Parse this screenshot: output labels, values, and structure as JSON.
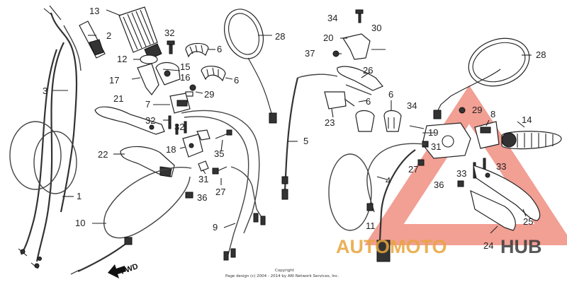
{
  "watermark": {
    "brand_auto": "AUTOMOTO",
    "brand_hub": "HUB",
    "accent_color": "#e8503c",
    "hub_color": "#3a3a3a"
  },
  "copyright": {
    "line1": "Copyright",
    "line2": "Page design (c) 2004 - 2014 by ARI Network Services, Inc."
  },
  "direction_label": "FWD",
  "callouts": [
    {
      "id": "c13",
      "text": "13"
    },
    {
      "id": "c2",
      "text": "2"
    },
    {
      "id": "c32a",
      "text": "32"
    },
    {
      "id": "c6a",
      "text": "6"
    },
    {
      "id": "c12",
      "text": "12"
    },
    {
      "id": "c15",
      "text": "15"
    },
    {
      "id": "c16",
      "text": "16"
    },
    {
      "id": "c17",
      "text": "17"
    },
    {
      "id": "c6b",
      "text": "6"
    },
    {
      "id": "c3",
      "text": "3"
    },
    {
      "id": "c29a",
      "text": "29"
    },
    {
      "id": "c21",
      "text": "21"
    },
    {
      "id": "c7",
      "text": "7"
    },
    {
      "id": "c32b",
      "text": "32"
    },
    {
      "id": "c32c",
      "text": "32"
    },
    {
      "id": "c22",
      "text": "22"
    },
    {
      "id": "c18",
      "text": "18"
    },
    {
      "id": "c35",
      "text": "35"
    },
    {
      "id": "c31a",
      "text": "31"
    },
    {
      "id": "c27a",
      "text": "27"
    },
    {
      "id": "c36a",
      "text": "36"
    },
    {
      "id": "c1",
      "text": "1"
    },
    {
      "id": "c10",
      "text": "10"
    },
    {
      "id": "c9",
      "text": "9"
    },
    {
      "id": "c28a",
      "text": "28"
    },
    {
      "id": "c5",
      "text": "5"
    },
    {
      "id": "c34a",
      "text": "34"
    },
    {
      "id": "c30",
      "text": "30"
    },
    {
      "id": "c20",
      "text": "20"
    },
    {
      "id": "c37",
      "text": "37"
    },
    {
      "id": "c26",
      "text": "26"
    },
    {
      "id": "c6c",
      "text": "6"
    },
    {
      "id": "c6d",
      "text": "6"
    },
    {
      "id": "c23",
      "text": "23"
    },
    {
      "id": "c34b",
      "text": "34"
    },
    {
      "id": "c29b",
      "text": "29"
    },
    {
      "id": "c8",
      "text": "8"
    },
    {
      "id": "c14",
      "text": "14"
    },
    {
      "id": "c19",
      "text": "19"
    },
    {
      "id": "c31b",
      "text": "31"
    },
    {
      "id": "c27b",
      "text": "27"
    },
    {
      "id": "c33a",
      "text": "33"
    },
    {
      "id": "c33b",
      "text": "33"
    },
    {
      "id": "c36b",
      "text": "36"
    },
    {
      "id": "c4",
      "text": "4"
    },
    {
      "id": "c11",
      "text": "11"
    },
    {
      "id": "c24",
      "text": "24"
    },
    {
      "id": "c25",
      "text": "25"
    },
    {
      "id": "c28b",
      "text": "28"
    }
  ]
}
